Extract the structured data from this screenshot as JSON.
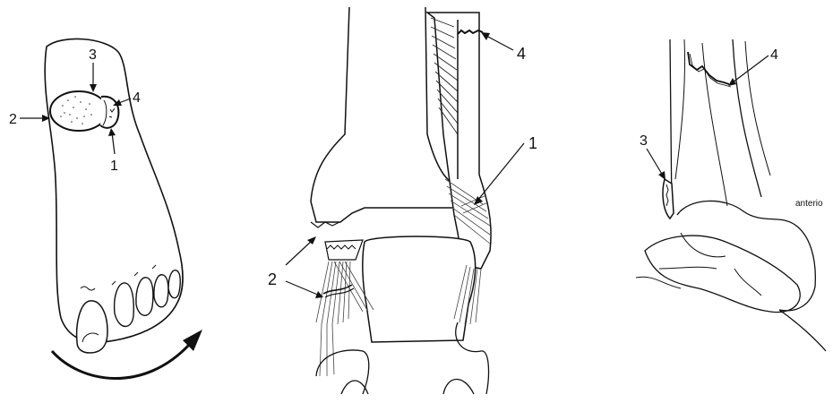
{
  "left_panel": {
    "labels": {
      "l1": "1",
      "l2": "2",
      "l3": "3",
      "l4": "4"
    }
  },
  "middle_panel": {
    "labels": {
      "l1": "1",
      "l2": "2",
      "l4": "4"
    }
  },
  "right_panel": {
    "labels": {
      "l3": "3",
      "l4": "4",
      "anterior": "anterio"
    }
  }
}
